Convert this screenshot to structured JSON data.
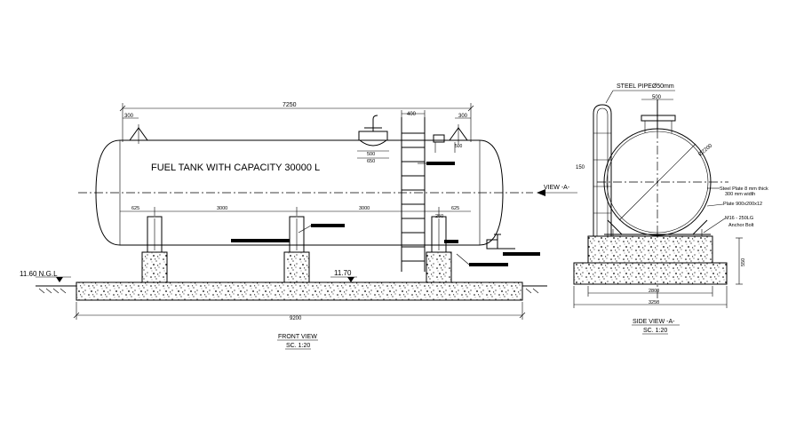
{
  "front_view": {
    "tank_title": "FUEL TANK WITH CAPACITY 30000 L",
    "dim_overall_length": "7250",
    "dim_left_top": "300",
    "dim_right_top": "300",
    "dim_ladder_width": "400",
    "dim_base_length": "9200",
    "dim_segment_1": "625",
    "dim_segment_2": "3000",
    "dim_segment_3": "3000",
    "dim_segment_4": "625",
    "dim_pier": "250",
    "dim_valve_1": "500",
    "dim_valve_2": "650",
    "dim_valve_3": "500",
    "level_ground": "11.60 N.G.L",
    "level_slab": "11.70",
    "view_marker": "VIEW -A-",
    "caption": "FRONT VIEW",
    "scale": "SC. 1:20"
  },
  "side_view": {
    "pipe_label": "STEEL PIPEØ50mm",
    "dim_top": "500",
    "dim_left": "150",
    "dim_diameter": "Ø2200",
    "note_plate_1a": "Steel Plate 8 mm thick",
    "note_plate_1b": "300 mm width",
    "note_plate_2": "Plate 900x200x12",
    "note_bolt_a": "M16 - 250LG",
    "note_bolt_b": "Anchor Bolt",
    "dim_base_inner": "2800",
    "dim_base_outer": "3250",
    "dim_height_right": "550",
    "caption": "SIDE VIEW -A-",
    "scale": "SC. 1:20"
  }
}
